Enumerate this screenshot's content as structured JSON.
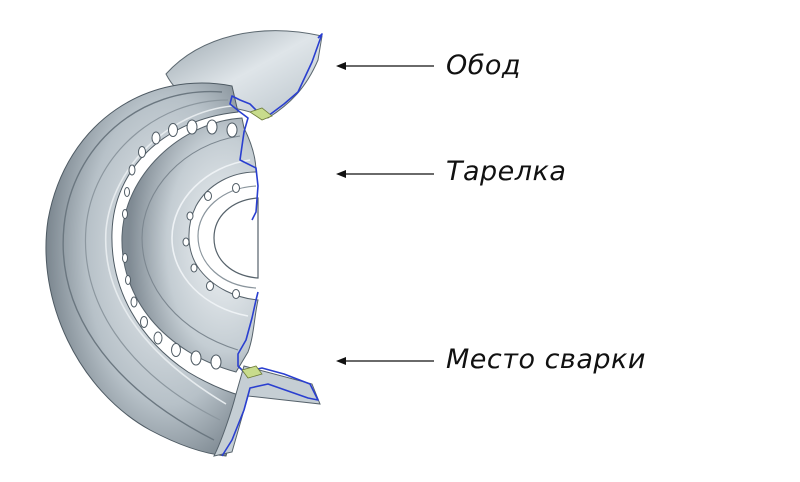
{
  "labels": {
    "rim": "Обод",
    "disc": "Тарелка",
    "weld": "Место сварки"
  },
  "colors": {
    "background": "#ffffff",
    "metal_light": "#e2e8ec",
    "metal_mid": "#a7b2ba",
    "metal_dark": "#4e5a63",
    "section_edge": "#2a3fd0",
    "weld_fill": "#c8dc8c",
    "arrow": "#111111"
  },
  "icons": [
    "wheel-section-illustration",
    "arrow-left-icon"
  ]
}
